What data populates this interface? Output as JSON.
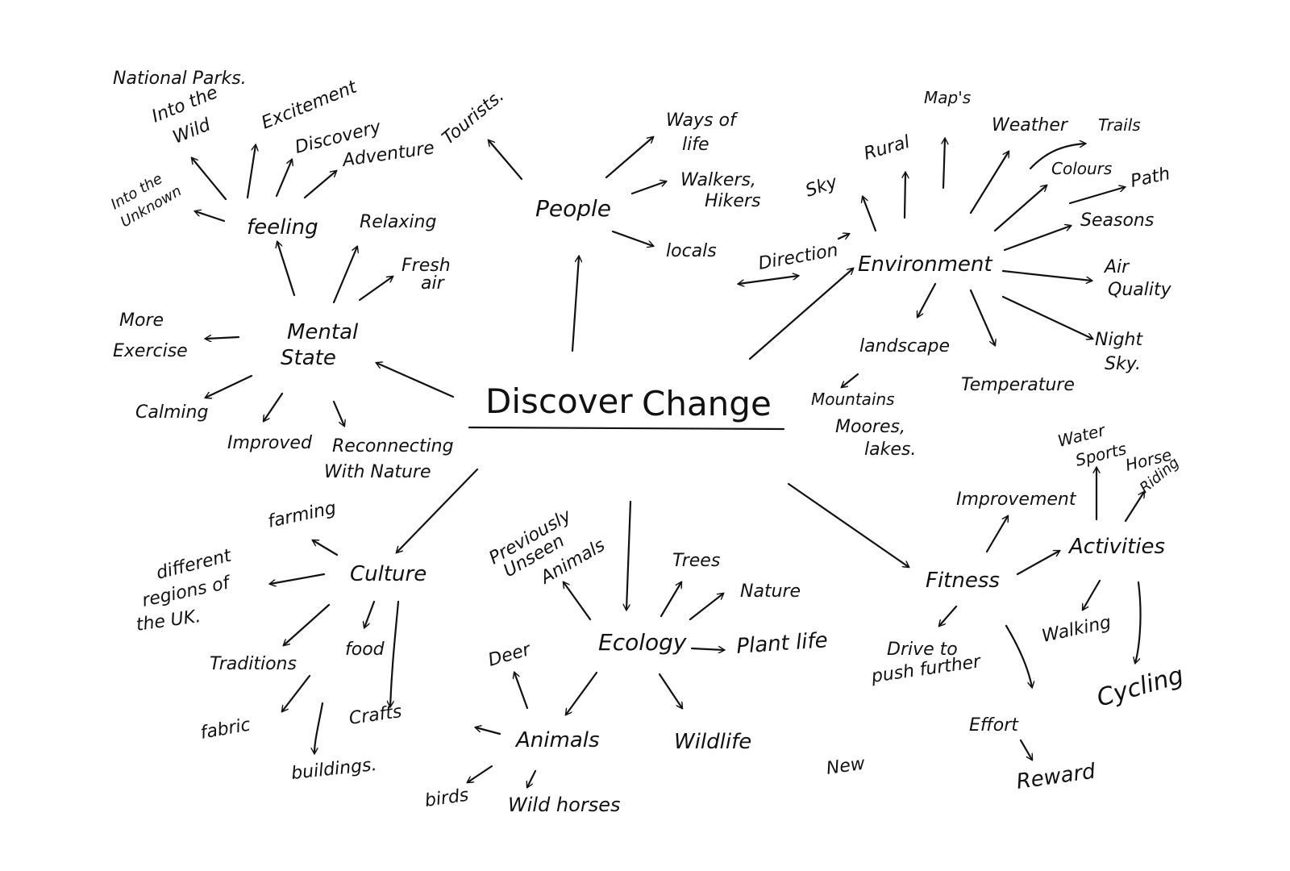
{
  "diagram": {
    "center": {
      "line1": "Discover",
      "line2": "Change"
    },
    "branches": {
      "mental_state": {
        "label_1": "Mental",
        "label_2": "State",
        "more_exercise_1": "More",
        "more_exercise_2": "Exercise",
        "calming": "Calming",
        "improved": "Improved",
        "reconnecting_1": "Reconnecting",
        "reconnecting_2": "With Nature",
        "relaxing": "Relaxing",
        "fresh_air_1": "Fresh",
        "fresh_air_2": "air"
      },
      "feeling": {
        "label": "feeling",
        "national_parks": "National Parks.",
        "into_the_wild_1": "Into the",
        "into_the_wild_2": "Wild",
        "excitement": "Excitement",
        "discovery": "Discovery",
        "adventure": "Adventure",
        "into_unknown_1": "Into the",
        "into_unknown_2": "Unknown"
      },
      "tourists": {
        "label": "Tourists."
      },
      "people": {
        "label": "People",
        "ways_of_life_1": "Ways of",
        "ways_of_life_2": "life",
        "walkers_1": "Walkers,",
        "walkers_2": "Hikers",
        "locals": "locals"
      },
      "environment": {
        "label": "Environment",
        "direction": "Direction",
        "sky": "Sky",
        "rural": "Rural",
        "maps": "Map's",
        "weather": "Weather",
        "trails": "Trails",
        "colours": "Colours",
        "path": "Path",
        "seasons": "Seasons",
        "air_quality_1": "Air",
        "air_quality_2": "Quality",
        "night_sky_1": "Night",
        "night_sky_2": "Sky.",
        "temperature": "Temperature",
        "landscape": "landscape",
        "mountains_1": "Mountains",
        "mountains_2": "Moores,",
        "mountains_3": "lakes."
      },
      "fitness": {
        "label": "Fitness",
        "improvement": "Improvement",
        "activities": "Activities",
        "water_sports_1": "Water",
        "water_sports_2": "Sports",
        "horse_riding_1": "Horse",
        "horse_riding_2": "Riding",
        "walking": "Walking",
        "cycling": "Cycling",
        "drive_1": "Drive to",
        "drive_2": "push further",
        "effort": "Effort",
        "reward": "Reward",
        "new": "New"
      },
      "ecology": {
        "label": "Ecology",
        "unseen_1": "Previously",
        "unseen_2": "Unseen",
        "unseen_3": "Animals",
        "trees": "Trees",
        "nature": "Nature",
        "plant_life": "Plant life",
        "wildlife": "Wildlife",
        "deer": "Deer",
        "animals": "Animals",
        "birds": "birds",
        "wild_horses": "Wild horses"
      },
      "culture": {
        "label": "Culture",
        "farming": "farming",
        "regions_1": "different",
        "regions_2": "regions of",
        "regions_3": "the UK.",
        "traditions": "Traditions",
        "food": "food",
        "fabric": "fabric",
        "buildings": "buildings.",
        "crafts": "Crafts"
      }
    }
  }
}
